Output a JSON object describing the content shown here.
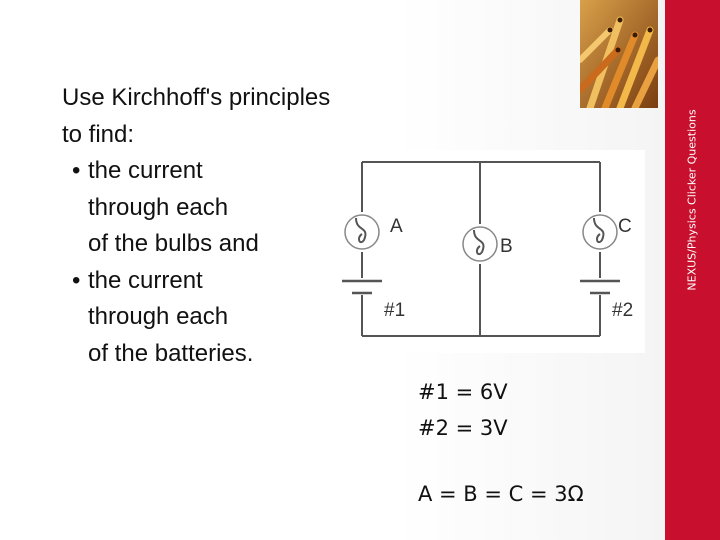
{
  "question": {
    "intro_line1": "Use Kirchhoff's principles",
    "intro_line2": "to find:",
    "bullets": [
      {
        "bullet": "•",
        "line1": "the current",
        "line2": "through each",
        "line3": "of the bulbs and"
      },
      {
        "bullet": "•",
        "line1": "the current",
        "line2": "through each",
        "line3": "of the batteries."
      }
    ]
  },
  "circuit": {
    "bulb_labels": [
      "A",
      "B",
      "C"
    ],
    "battery_labels": [
      "#1",
      "#2"
    ]
  },
  "given": {
    "emf1": "#1 = 6V",
    "emf2": "#2 = 3V",
    "resistances": "A = B = C = 3Ω"
  },
  "side_label": "NEXUS/Physics Clicker Questions",
  "colors": {
    "accent_band": "#c8102e",
    "text": "#111111",
    "circuit_line": "#555555",
    "label_gray": "#333333"
  }
}
